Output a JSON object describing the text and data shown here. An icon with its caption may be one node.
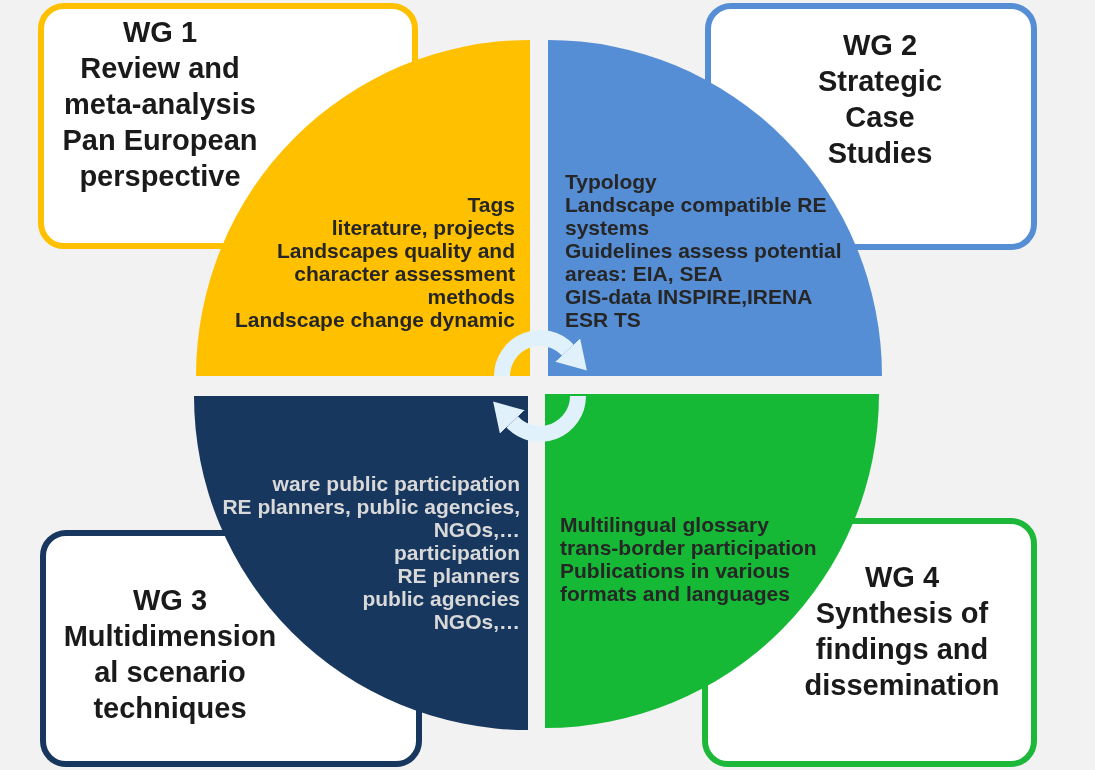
{
  "diagram": {
    "nodes": [
      {
        "text": [
          "WG 1",
          "Review and meta-analysis Pan European perspective"
        ]
      },
      {
        "text": [
          "Tags",
          "literature, projects",
          "Landscapes quality and character assessment methods",
          "Landscape change dynamic"
        ]
      },
      {
        "text": [
          "WG 2",
          "Strategic Case Studies"
        ]
      },
      {
        "text": [
          "Typology",
          "Landscape compatible RE systems",
          "Guidelines assess potential areas: EIA, SEA",
          "GIS-data INSPIRE,IRENA",
          "ESR TS"
        ]
      },
      {
        "text": [
          "WG 3",
          "Multidimensional scenario techniques"
        ]
      },
      {
        "text": [
          "ware public participation",
          "RE planners, public agencies, NGOs,…",
          "participation",
          "RE planners",
          "public agencies",
          "NGOs,…"
        ]
      },
      {
        "text": [
          "WG 4",
          "Synthesis of findings and dissemination"
        ]
      },
      {
        "text": [
          "Multilingual glossary",
          "trans-border participation",
          "Publications in various formats and languages"
        ]
      }
    ],
    "edges": [
      {
        "from": 1,
        "to": 3,
        "arrow": "to"
      },
      {
        "from": 7,
        "to": 5,
        "arrow": "to"
      }
    ]
  }
}
